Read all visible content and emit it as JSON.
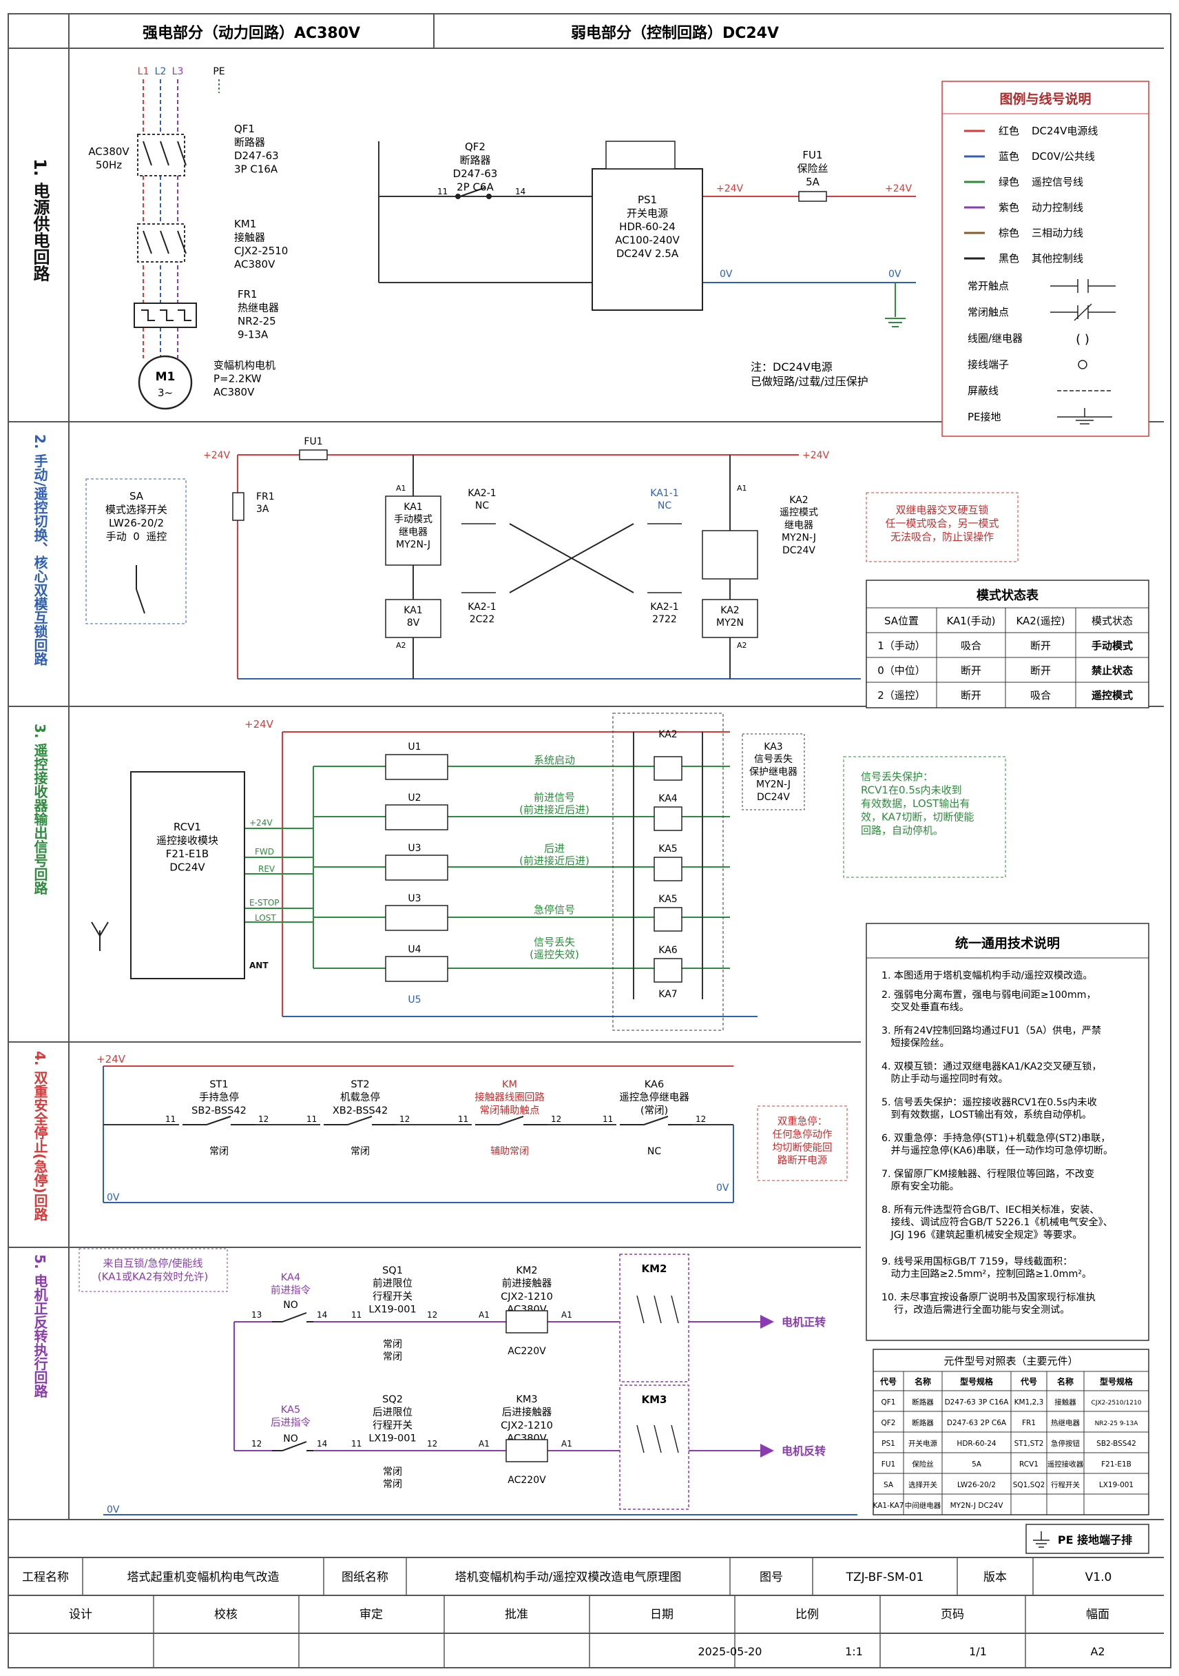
{
  "header": {
    "power_title": "强电部分（动力回路）AC380V",
    "control_title": "弱电部分（控制回路）DC24V"
  },
  "colors": {
    "red": "#d63b3b",
    "blue": "#2f5fb5",
    "green": "#2e8b3e",
    "purple": "#8a3bb0",
    "black": "#222222",
    "frame": "#555555"
  },
  "icons": {
    "no_contact": "normally-open-contact-icon",
    "nc_contact": "normally-closed-contact-icon",
    "coil": "coil-icon",
    "terminal": "terminal-icon",
    "shield": "shield-wire-icon",
    "ground": "ground-icon",
    "motor": "motor-icon",
    "optocoupler": "optocoupler-icon",
    "antenna": "antenna-icon"
  },
  "sections": [
    {
      "label": "1. 电源供电回路",
      "color": "#111111"
    },
    {
      "label": "2. 手动/遥控切换、核心双模互锁回路",
      "color": "#2f5fb5"
    },
    {
      "label": "3. 遥控接收器输出信号回路",
      "color": "#2e8b3e"
    },
    {
      "label": "4. 双重安全停止(急停)回路",
      "color": "#d63b3b"
    },
    {
      "label": "5. 电机正反转执行回路",
      "color": "#8a3bb0"
    }
  ],
  "power": {
    "phases": [
      "L1",
      "L2",
      "L3"
    ],
    "pe": "PE",
    "supply": "AC380V\n50Hz",
    "qf1": "QF1\n断路器\nD247-63\n3P C16A",
    "km1": "KM1\n接触器\nCJX2-2510\nAC380V",
    "fr1": "FR1\n热继电器\nNR2-25\n9-13A",
    "motor_tag": "M1",
    "motor_sym": "3~",
    "motor_desc": "变幅机构电机\nP=2.2KW\nAC380V"
  },
  "control_supply": {
    "qf2": "QF2\n断路器\nD247-63\n2P C6A",
    "qf2_t1": "11",
    "qf2_t2": "14",
    "ps1": "PS1\n开关电源\nHDR-60-24\nAC100-240V\nDC24V 2.5A",
    "fu1": "FU1\n保险丝\n5A",
    "plus24": "+24V",
    "zero": "0V",
    "note": "注：DC24V电源\n已做短路/过载/过压保护"
  },
  "legend": {
    "title": "图例与线号说明",
    "wires": [
      {
        "swatch": "红色",
        "text": "DC24V电源线"
      },
      {
        "swatch": "蓝色",
        "text": "DC0V/公共线"
      },
      {
        "swatch": "绿色",
        "text": "遥控信号线"
      },
      {
        "swatch": "紫色",
        "text": "动力控制线"
      },
      {
        "swatch": "棕色",
        "text": "三相动力线"
      },
      {
        "swatch": "黑色",
        "text": "其他控制线"
      }
    ],
    "symbols": [
      "常开触点",
      "常闭触点",
      "线圈/继电器",
      "接线端子",
      "屏蔽线",
      "PE接地"
    ]
  },
  "interlock": {
    "fu1": "FU1",
    "plus24": "+24V",
    "sa": "SA\n模式选择开关\nLW26-20/2\n手动  0  遥控",
    "fr1": "FR1\n3A",
    "ka1": "KA1\n手动模式\n继电器\nMY2N-J",
    "ka1_base": "KA1\n8V",
    "ka2_1a": "KA2-1\nNC",
    "ka2_1b": "KA2-1\n2C22",
    "ka1_1a": "KA1-1\nNC",
    "ka1_1b": "KA2-1\n2722",
    "ka2": "KA2\n遥控模式\n继电器\nMY2N-J\nDC24V",
    "ka2_base": "KA2\nMY2N",
    "a1": "A1",
    "a2": "A2",
    "note": "双继电器交叉硬互锁\n任一模式吸合，另一模式\n无法吸合，防止误操作"
  },
  "mode_table": {
    "title": "模式状态表",
    "columns": [
      "SA位置",
      "KA1(手动)",
      "KA2(遥控)",
      "模式状态"
    ],
    "rows": [
      [
        "1（手动）",
        "吸合",
        "断开",
        "手动模式"
      ],
      [
        "0（中位）",
        "断开",
        "断开",
        "禁止状态"
      ],
      [
        "2（遥控）",
        "断开",
        "吸合",
        "遥控模式"
      ]
    ]
  },
  "receiver": {
    "plus24": "+24V",
    "rcv1": "RCV1\n遥控接收模块\nF21-E1B\nDC24V",
    "pins": [
      "+24V",
      "FWD",
      "REV",
      "E-STOP",
      "LOST",
      "ANT"
    ],
    "ant": "ANT",
    "opto": [
      "U1",
      "U2",
      "U3",
      "U3",
      "U4"
    ],
    "bottom_label": "U5",
    "signals": [
      "系统启动",
      "前进信号\n(前进接近后进)",
      "后进\n(前进接近后进)",
      "急停信号",
      "信号丢失\n(遥控失效)"
    ],
    "relays": [
      "KA2",
      "KA4",
      "KA5",
      "KA5",
      "KA6"
    ],
    "relay_bottom": "KA7",
    "ka3": "KA3\n信号丢失\n保护继电器\nMY2N-J\nDC24V",
    "note": "信号丢失保护：\nRCV1在0.5s内未收到\n有效数据，LOST输出有\n效，KA7切断，切断使能\n回路，自动停机。"
  },
  "tech_notes": {
    "title": "统一通用技术说明",
    "items": [
      "1. 本图适用于塔机变幅机构手动/遥控双模改造。",
      "2. 强弱电分离布置，强电与弱电间距≥100mm，\n   交叉处垂直布线。",
      "3. 所有24V控制回路均通过FU1（5A）供电，严禁\n   短接保险丝。",
      "4. 双模互锁：通过双继电器KA1/KA2交叉硬互锁，\n   防止手动与遥控同时有效。",
      "5. 信号丢失保护：遥控接收器RCV1在0.5s内未收\n   到有效数据，LOST输出有效，系统自动停机。",
      "6. 双重急停：手持急停(ST1)+机载急停(ST2)串联，\n   并与遥控急停(KA6)串联，任一动作均可急停切断。",
      "7. 保留原厂KM接触器、行程限位等回路，不改变\n   原有安全功能。",
      "8. 所有元件选型符合GB/T、IEC相关标准，安装、\n   接线、调试应符合GB/T 5226.1《机械电气安全》、\n   JGJ 196《建筑起重机械安全规定》等要求。",
      "9. 线号采用国标GB/T 7159，导线截面积：\n   动力主回路≥2.5mm²，控制回路≥1.0mm²。",
      "10. 未尽事宜按设备原厂说明书及国家现行标准执\n    行，改造后需进行全面功能与安全测试。"
    ]
  },
  "estop": {
    "plus24": "+24V",
    "zero": "0V",
    "st1": "ST1\n手持急停\nSB2-BSS42",
    "st2": "ST2\n机载急停\nXB2-BSS42",
    "km": "KM\n接触器线圈回路\n常闭辅助触点",
    "ka6": "KA6\n遥控急停继电器\n(常闭)",
    "t11": "11",
    "t12": "12",
    "nc1": "常闭",
    "nc2": "常闭",
    "nc3": "辅助常闭",
    "nc4": "NC",
    "note": "双重急停：\n任何急停动作\n均切断使能回\n路断开电源"
  },
  "motor_ctrl": {
    "header_note": "来自互锁/急停/使能线\n(KA1或KA2有效时允许)",
    "zero": "0V",
    "fwd": {
      "ka": "KA4\n前进指令",
      "no": "NO",
      "sq": "SQ1\n前进限位\n行程开关\nLX19-001",
      "sq_nc": "常闭\n常闭",
      "km": "KM2\n前进接触器\nCJX2-1210\nAC380V",
      "km_coil": "AC220V",
      "contactor": "KM2",
      "arrow": "电机正转",
      "t": [
        "13",
        "14",
        "11",
        "12",
        "A1",
        "A1"
      ]
    },
    "rev": {
      "ka": "KA5\n后进指令",
      "no": "NO",
      "sq": "SQ2\n后进限位\n行程开关\nLX19-001",
      "sq_nc": "常闭\n常闭",
      "km": "KM3\n后进接触器\nCJX2-1210\nAC380V",
      "km_coil": "AC220V",
      "contactor": "KM3",
      "arrow": "电机反转",
      "t": [
        "12",
        "14",
        "11",
        "12",
        "A1",
        "A1"
      ]
    }
  },
  "parts": {
    "title": "元件型号对照表（主要元件）",
    "columns": [
      "代号",
      "名称",
      "型号规格",
      "代号",
      "名称",
      "型号规格"
    ],
    "rows": [
      [
        "QF1",
        "断路器",
        "D247-63 3P C16A",
        "KM1,2,3",
        "接触器",
        "CJX2-2510/1210"
      ],
      [
        "QF2",
        "断路器",
        "D247-63 2P C6A",
        "FR1",
        "热继电器",
        "NR2-25 9-13A"
      ],
      [
        "PS1",
        "开关电源",
        "HDR-60-24",
        "ST1,ST2",
        "急停按钮",
        "SB2-BSS42"
      ],
      [
        "FU1",
        "保险丝",
        "5A",
        "RCV1",
        "遥控接收器",
        "F21-E1B"
      ],
      [
        "SA",
        "选择开关",
        "LW26-20/2",
        "SQ1,SQ2",
        "行程开关",
        "LX19-001"
      ],
      [
        "KA1-KA7",
        "中间继电器",
        "MY2N-J DC24V",
        "",
        "",
        ""
      ]
    ]
  },
  "pe_bar": "PE 接地端子排",
  "title_block": {
    "row1": [
      {
        "label": "工程名称",
        "value": "塔式起重机变幅机构电气改造"
      },
      {
        "label": "图纸名称",
        "value": "塔机变幅机构手动/遥控双模改造电气原理图"
      },
      {
        "label": "图号",
        "value": "TZJ-BF-SM-01"
      },
      {
        "label": "版本",
        "value": "V1.0"
      }
    ],
    "row2_labels": [
      "设计",
      "校核",
      "审定",
      "批准",
      "日期",
      "比例",
      "页码",
      "幅面"
    ],
    "row3_values": [
      "",
      "",
      "",
      "",
      "2025-05-20",
      "1:1",
      "1/1",
      "A2"
    ]
  }
}
